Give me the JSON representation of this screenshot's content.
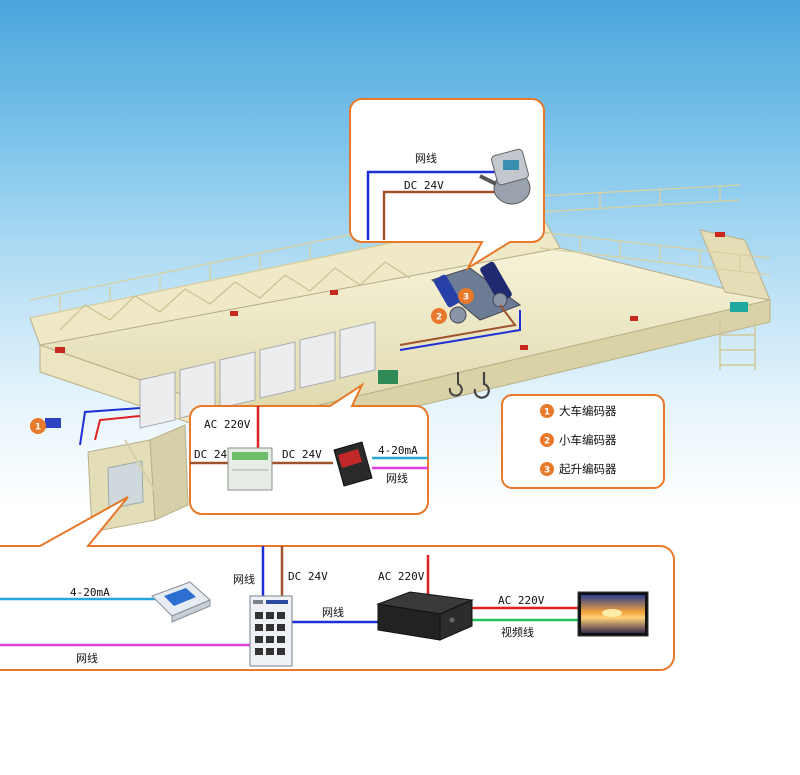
{
  "top_callout": {
    "network_label": "网线",
    "power_label": "DC 24V"
  },
  "mid_callout": {
    "ac_label": "AC 220V",
    "dc_left_label": "DC 24V",
    "dc_mid_label": "DC 24V",
    "signal_label": "4-20mA",
    "network_label": "网线"
  },
  "legend": {
    "items": [
      {
        "num": "1",
        "label": "大车编码器"
      },
      {
        "num": "2",
        "label": "小车编码器"
      },
      {
        "num": "3",
        "label": "起升编码器"
      }
    ]
  },
  "crane_markers": [
    "1",
    "2",
    "3"
  ],
  "bottom_callout": {
    "signal_label": "4-20mA",
    "network_left_label": "网线",
    "switch_network_label": "网线",
    "switch_power_label": "DC 24V",
    "switch_out_network_label": "网线",
    "nvr_power_label": "AC 220V",
    "monitor_power_label": "AC 220V",
    "video_label": "视频线"
  },
  "colors": {
    "callout_border": "#e8782a",
    "network_wire": "#1f2fd6",
    "power_wire": "#a0522d",
    "ac_wire": "#e02020",
    "signal_wire": "#29a8d8",
    "video_wire": "#22c55e",
    "magenta_wire": "#e040e0",
    "badge": "#e8782a"
  }
}
